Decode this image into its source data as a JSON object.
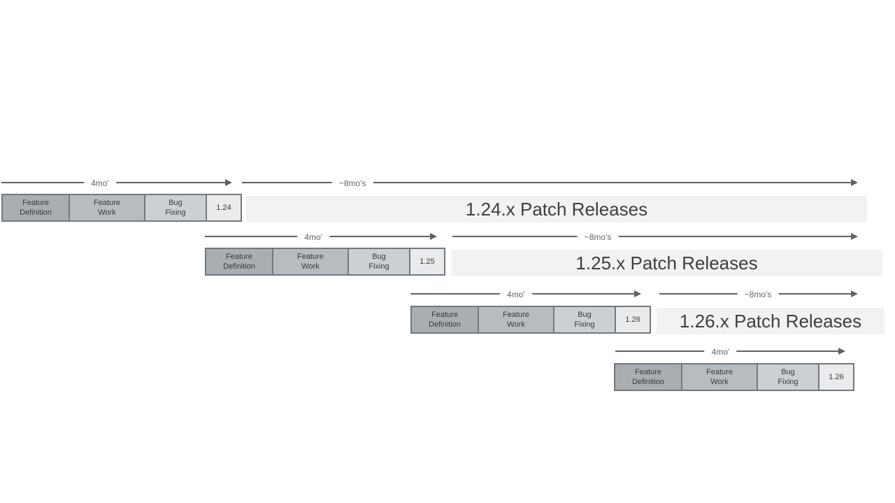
{
  "rows": [
    {
      "phases": [
        "Feature\nDefinition",
        "Feature\nWork",
        "Bug\nFixing"
      ],
      "version": "1.24",
      "dev_arrow_label": "4mo'",
      "patch_arrow_label": "~8mo's",
      "patch_bar_label": "1.24.x Patch Releases"
    },
    {
      "phases": [
        "Feature\nDefinition",
        "Feature\nWork",
        "Bug\nFixing"
      ],
      "version": "1.25",
      "dev_arrow_label": "4mo'",
      "patch_arrow_label": "~8mo's",
      "patch_bar_label": "1.25.x Patch Releases"
    },
    {
      "phases": [
        "Feature\nDefinition",
        "Feature\nWork",
        "Bug\nFixing"
      ],
      "version": "1.26",
      "dev_arrow_label": "4mo'",
      "patch_arrow_label": "~8mo's",
      "patch_bar_label": "1.26.x Patch Releases"
    },
    {
      "phases": [
        "Feature\nDefinition",
        "Feature\nWork",
        "Bug\nFixing"
      ],
      "version": "1.26",
      "dev_arrow_label": "4mo'"
    }
  ],
  "colors": {
    "feature_definition_fill": "#a9aeb2",
    "feature_work_fill": "#b7bcc0",
    "bug_fixing_fill": "#ccd0d3",
    "version_fill": "#e9ebec",
    "patch_bar_fill": "#f1f2f4",
    "box_border": "#72787d",
    "arrow": "#5f6368",
    "text": "#3c4043"
  }
}
